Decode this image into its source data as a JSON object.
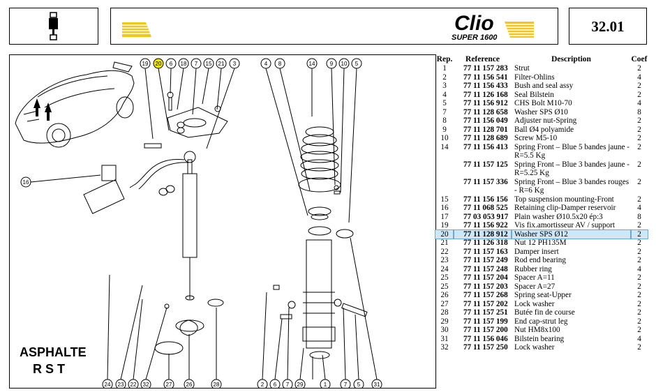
{
  "header": {
    "brand": "Clio",
    "model": "SUPER 1600",
    "section_number": "32.01"
  },
  "diagram": {
    "title_line1": "ASPHALTE",
    "title_line2": "R S T",
    "callouts_left_top": [
      "19",
      "20",
      "6",
      "18",
      "7",
      "15",
      "21",
      "3"
    ],
    "callouts_mid_top": [
      "4",
      "8",
      "14",
      "9",
      "10",
      "5"
    ],
    "callout_side": "16",
    "callouts_bottom_left": [
      "24",
      "23",
      "22",
      "32",
      "27",
      "26",
      "28"
    ],
    "callouts_bottom_right": [
      "2",
      "6",
      "7",
      "29",
      "1",
      "7",
      "5",
      "31"
    ],
    "highlighted_callout": "20"
  },
  "table": {
    "headers": {
      "rep": "Rep.",
      "reference": "Reference",
      "description": "Description",
      "coef": "Coef"
    },
    "rows": [
      {
        "rep": "1",
        "ref": "77 11 157 283",
        "desc": "Strut",
        "coef": "2"
      },
      {
        "rep": "2",
        "ref": "77 11 156 541",
        "desc": "Filter-Ohlins",
        "coef": "4"
      },
      {
        "rep": "3",
        "ref": "77 11 156 433",
        "desc": "Bush and seal assy",
        "coef": "2"
      },
      {
        "rep": "4",
        "ref": "77 11 126 168",
        "desc": "Seal Bilstein",
        "coef": "2"
      },
      {
        "rep": "5",
        "ref": "77 11 156 912",
        "desc": "CHS Bolt M10-70",
        "coef": "4"
      },
      {
        "rep": "7",
        "ref": "77 11 128 658",
        "desc": "Washer SPS Ø10",
        "coef": "8"
      },
      {
        "rep": "8",
        "ref": "77 11 156 049",
        "desc": "Adjuster nut-Spring",
        "coef": "2"
      },
      {
        "rep": "9",
        "ref": "77 11 128 701",
        "desc": "Ball Ø4 polyamide",
        "coef": "2"
      },
      {
        "rep": "10",
        "ref": "77 11 128 689",
        "desc": "Screw M5-10",
        "coef": "2"
      },
      {
        "rep": "14",
        "ref": "77 11 156 413",
        "desc": "Spring Front – Blue 5 bandes jaune - R=5.5 Kg",
        "coef": "2"
      },
      {
        "rep": "",
        "ref": "77 11 157 125",
        "desc": "Spring Front – Blue 3 bandes jaune - R=5.25 Kg",
        "coef": "2"
      },
      {
        "rep": "",
        "ref": "77 11 157 336",
        "desc": "Spring Front – Blue 3 bandes rouges - R=6 Kg",
        "coef": "2"
      },
      {
        "rep": "15",
        "ref": "77 11 156 156",
        "desc": "Top suspension mounting-Front",
        "coef": "2"
      },
      {
        "rep": "16",
        "ref": "77 11 068 525",
        "desc": "Retaining clip-Damper reservoir",
        "coef": "4"
      },
      {
        "rep": "17",
        "ref": "77 03 053 917",
        "desc": "Plain washer Ø10.5x20 ép:3",
        "coef": "8"
      },
      {
        "rep": "19",
        "ref": "77 11 156 922",
        "desc": "Vis fix.amortisseur AV / support",
        "coef": "2"
      },
      {
        "rep": "20",
        "ref": "77 11 128 912",
        "desc": "Washer SPS Ø12",
        "coef": "2",
        "highlight": true
      },
      {
        "rep": "21",
        "ref": "77 11 126 318",
        "desc": "Nut 12 PH135M",
        "coef": "2"
      },
      {
        "rep": "22",
        "ref": "77 11 157 163",
        "desc": "Damper insert",
        "coef": "2"
      },
      {
        "rep": "23",
        "ref": "77 11 157 249",
        "desc": "Rod end bearing",
        "coef": "2"
      },
      {
        "rep": "24",
        "ref": "77 11 157 248",
        "desc": "Rubber ring",
        "coef": "4"
      },
      {
        "rep": "25",
        "ref": "77 11 157 204",
        "desc": "Spacer A=11",
        "coef": "2"
      },
      {
        "rep": "25",
        "ref": "77 11 157 203",
        "desc": "Spacer A=27",
        "coef": "2"
      },
      {
        "rep": "26",
        "ref": "77 11 157 268",
        "desc": "Spring seat-Upper",
        "coef": "2"
      },
      {
        "rep": "27",
        "ref": "77 11 157 202",
        "desc": "Lock washer",
        "coef": "2"
      },
      {
        "rep": "28",
        "ref": "77 11 157 251",
        "desc": "Butée fin de course",
        "coef": "2"
      },
      {
        "rep": "29",
        "ref": "77 11 157 199",
        "desc": "End cap-strut leg",
        "coef": "2"
      },
      {
        "rep": "30",
        "ref": "77 11 157 200",
        "desc": "Nut HM8x100",
        "coef": "2"
      },
      {
        "rep": "31",
        "ref": "77 11 156 046",
        "desc": "Bilstein bearing",
        "coef": "4"
      },
      {
        "rep": "32",
        "ref": "77 11 157 250",
        "desc": "Lock washer",
        "coef": "2"
      }
    ]
  },
  "colors": {
    "accent_yellow": "#f5c518",
    "highlight_bg": "#cfe6f7",
    "callout_highlight": "#f2e600"
  }
}
